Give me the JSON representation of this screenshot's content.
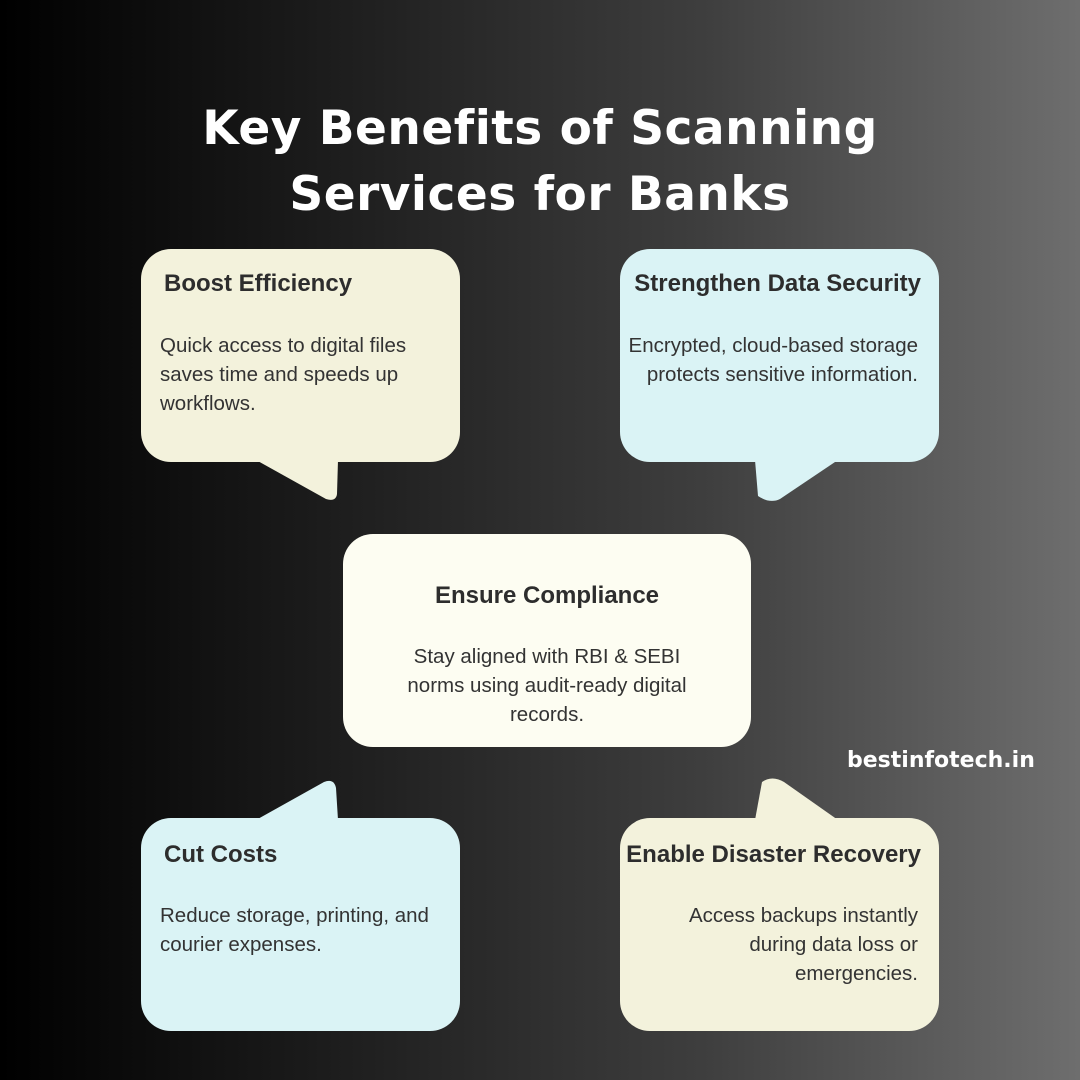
{
  "title": {
    "line1": "Key Benefits of Scanning",
    "line2": "Services for Banks"
  },
  "cards": {
    "boost_efficiency": {
      "heading": "Boost Efficiency",
      "text": "Quick access to digital files saves time and speeds up workflows."
    },
    "data_security": {
      "heading": "Strengthen Data Security",
      "text": "Encrypted, cloud-based storage protects sensitive information."
    },
    "compliance": {
      "heading": "Ensure Compliance",
      "text": "Stay aligned with RBI & SEBI norms using audit-ready digital records."
    },
    "cut_costs": {
      "heading": "Cut Costs",
      "text": "Reduce storage, printing, and courier expenses."
    },
    "disaster_recovery": {
      "heading": "Enable Disaster Recovery",
      "text": "Access backups instantly during data loss or emergencies."
    }
  },
  "website": "bestinfotech.in",
  "colors": {
    "cream_card": "#f3f2dc",
    "cyan_card": "#daf3f5",
    "ivory_card": "#fdfdf2",
    "title_text": "#ffffff"
  }
}
